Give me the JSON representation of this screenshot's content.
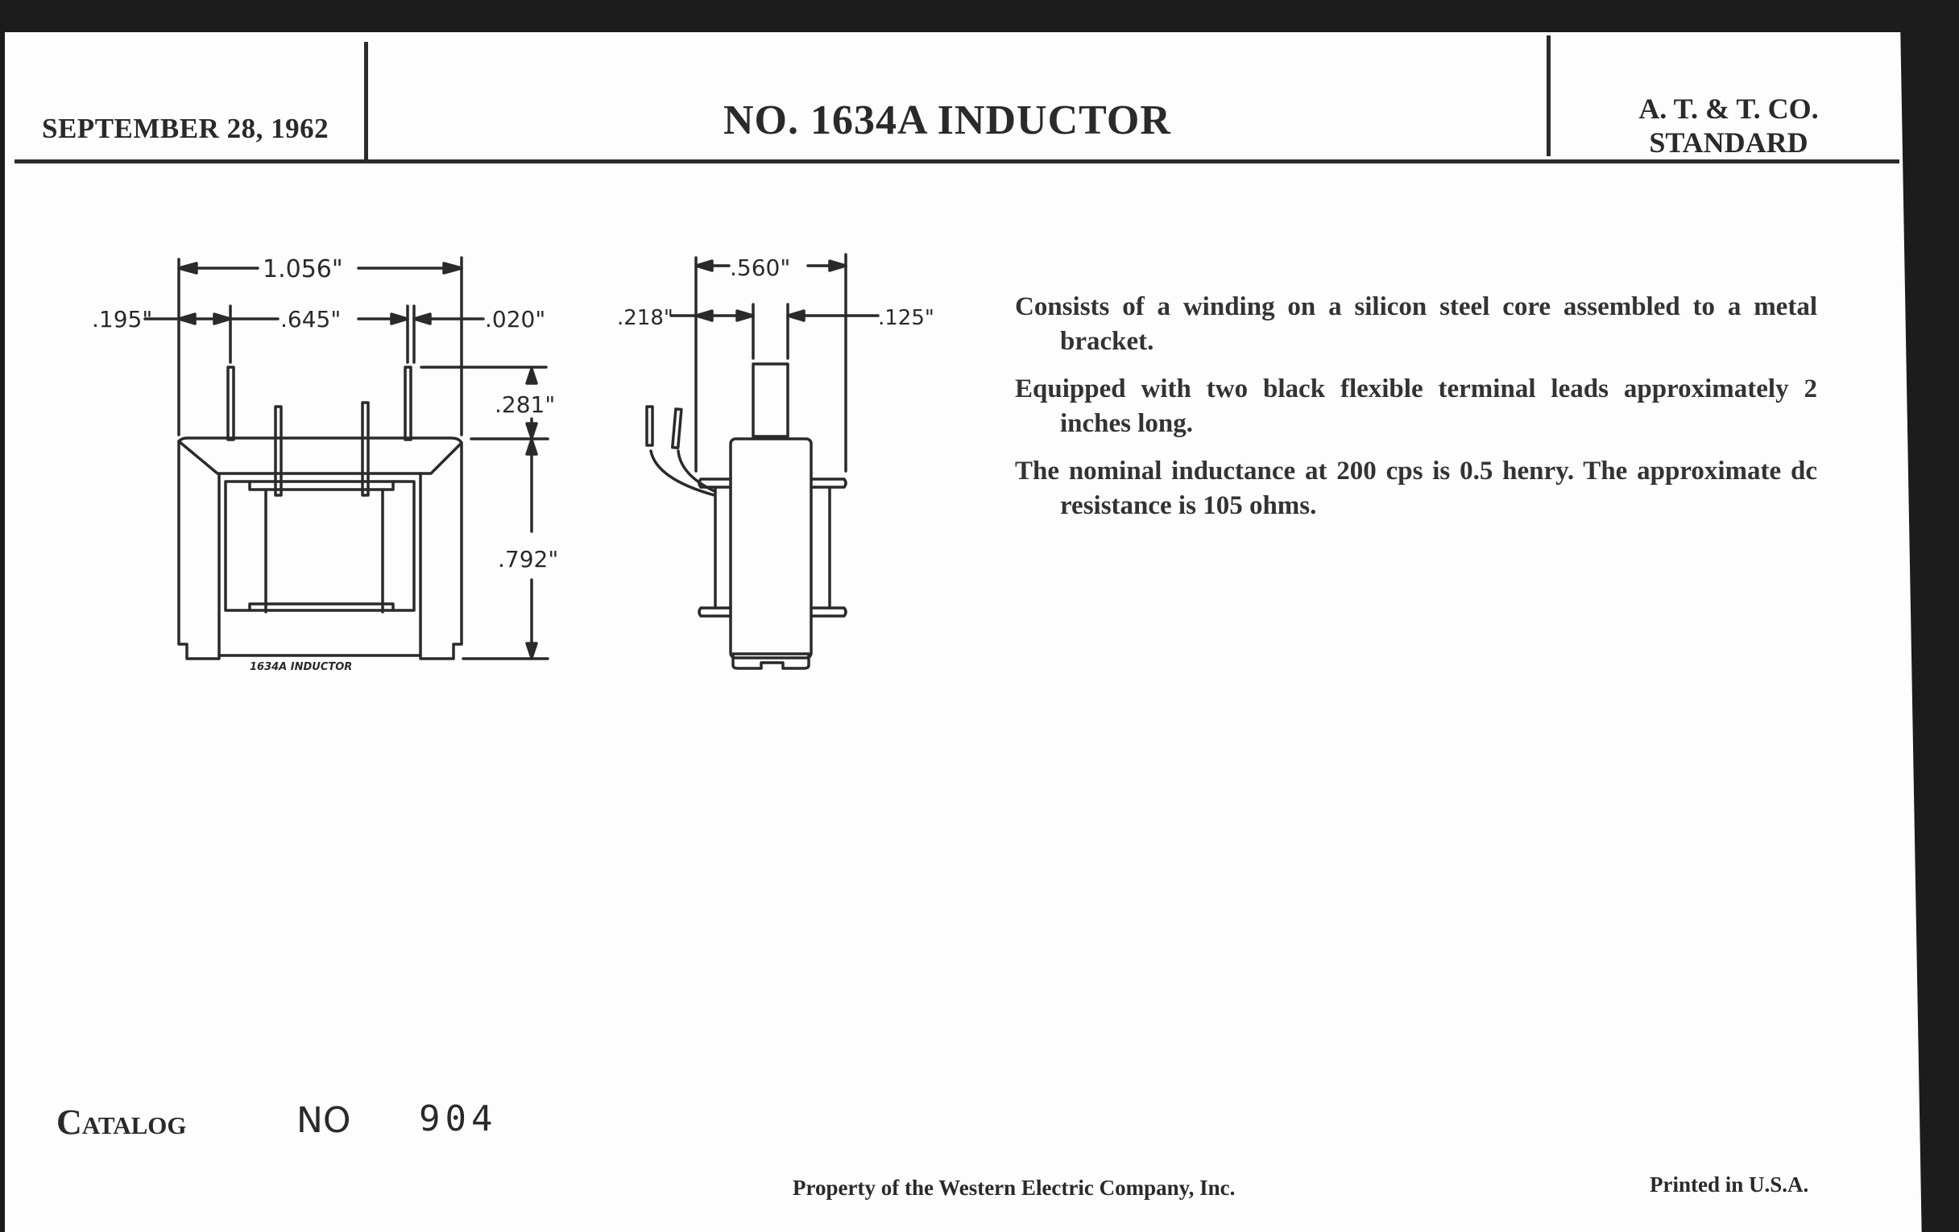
{
  "header": {
    "date": "SEPTEMBER 28, 1962",
    "title": "NO. 1634A INDUCTOR",
    "standard_line1": "A. T. & T. CO.",
    "standard_line2": "STANDARD"
  },
  "drawing": {
    "front_view": {
      "overall_width": "1.056\"",
      "left_offset": ".195\"",
      "terminal_spacing": ".645\"",
      "terminal_width": ".020\"",
      "terminal_height": ".281\"",
      "body_height": ".792\"",
      "caption": "1634A INDUCTOR"
    },
    "side_view": {
      "overall_depth": ".560\"",
      "left_offset": ".218\"",
      "core_width": ".125\""
    }
  },
  "description": [
    "Consists of a winding on a silicon steel core assembled to a metal bracket.",
    "Equipped with two black flexible terminal leads approximately 2 inches long.",
    "The nominal inductance at 200 cps is 0.5 henry. The approximate dc resistance is 105 ohms."
  ],
  "catalog": {
    "label": "Catalog",
    "no_label": "NO",
    "number": "904"
  },
  "footer": {
    "property": "Property of the Western Electric Company, Inc.",
    "printed": "Printed in U.S.A."
  }
}
